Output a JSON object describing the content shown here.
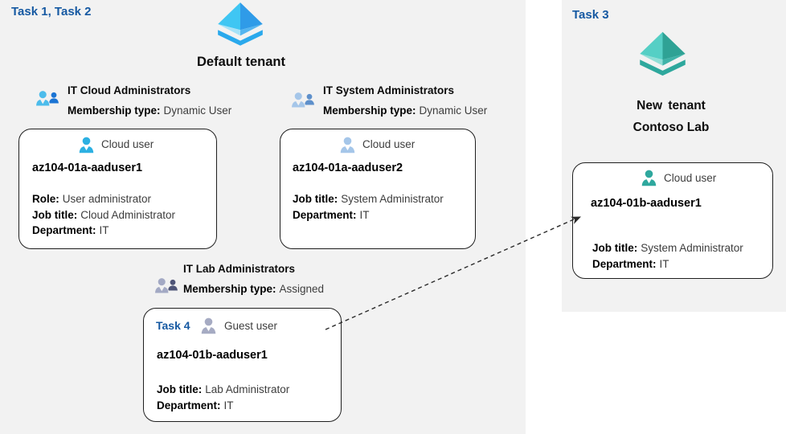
{
  "left_panel": {
    "task_label": "Task 1, Task 2",
    "tenant_name": "Default tenant",
    "groups": [
      {
        "name": "IT Cloud Administrators",
        "membership_label": "Membership type:",
        "membership_value": "Dynamic User"
      },
      {
        "name": "IT System Administrators",
        "membership_label": "Membership type:",
        "membership_value": "Dynamic User"
      },
      {
        "name": "IT Lab Administrators",
        "membership_label": "Membership type:",
        "membership_value": "Assigned"
      }
    ],
    "cards": [
      {
        "user_type": "Cloud user",
        "name": "az104-01a-aaduser1",
        "attrs": [
          {
            "label": "Role:",
            "value": "User administrator"
          },
          {
            "label": "Job title:",
            "value": "Cloud Administrator"
          },
          {
            "label": "Department:",
            "value": "IT"
          }
        ]
      },
      {
        "user_type": "Cloud user",
        "name": "az104-01a-aaduser2",
        "attrs": [
          {
            "label": "Job title:",
            "value": "System Administrator"
          },
          {
            "label": "Department:",
            "value": "IT"
          }
        ]
      },
      {
        "task_label": "Task 4",
        "user_type": "Guest user",
        "name": "az104-01b-aaduser1",
        "attrs": [
          {
            "label": "Job title:",
            "value": "Lab Administrator"
          },
          {
            "label": "Department:",
            "value": "IT"
          }
        ]
      }
    ]
  },
  "right_panel": {
    "task_label": "Task 3",
    "tenant_name_line1": "New tenant",
    "tenant_name_line2": "Contoso Lab",
    "card": {
      "user_type": "Cloud user",
      "name": "az104-01b-aaduser1",
      "attrs": [
        {
          "label": "Job title:",
          "value": "System Administrator"
        },
        {
          "label": "Department:",
          "value": "IT"
        }
      ]
    }
  },
  "colors": {
    "panel_bg": "#f2f2f2",
    "card_bg": "#ffffff",
    "card_border": "#1f1f1f",
    "task_blue": "#1659a2",
    "text_body": "#3d3d3d",
    "arrow": "#2b2b2b",
    "user_cloud": "#2cb0e2",
    "user_cloud_pale": "#a5c6e9",
    "user_guest": "#a6abc3",
    "user_teal": "#2fa89e",
    "g1_front": "#4cbceb",
    "g1_back": "#1b74d4",
    "g2_front": "#a5c6e9",
    "g2_back": "#5e90cb",
    "g3_front": "#a3a9c4",
    "g3_back": "#4f5578",
    "aad_blue_f1": "#3fc6f3",
    "aad_blue_f2": "#2f9be8",
    "aad_blue_f3": "#a5e2f8",
    "aad_blue_f4": "#54b5f0",
    "aad_blue_f5": "#2aa9ec",
    "aad_teal_f1": "#55cfc5",
    "aad_teal_f2": "#2fa295",
    "aad_teal_f3": "#8fded6",
    "aad_teal_f4": "#3fb3a8",
    "aad_teal_f5": "#2ea89d"
  }
}
